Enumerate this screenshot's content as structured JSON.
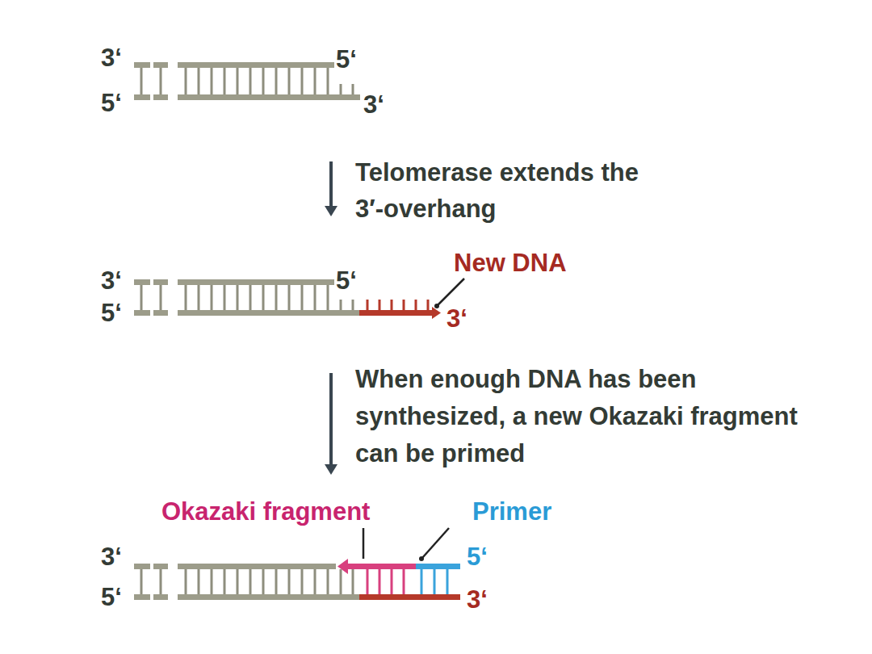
{
  "diagram": {
    "labels": [
      "3‘",
      "5‘",
      "5‘",
      "3‘",
      "Telomerase extends the 3′-overhang",
      "New DNA",
      "3‘",
      "5‘",
      "5‘",
      "3‘",
      "When enough DNA has been synthesized, a new Okazaki fragment can be primed",
      "Okazaki fragment",
      "Primer",
      "3‘",
      "5‘",
      "5‘",
      "3‘"
    ]
  }
}
